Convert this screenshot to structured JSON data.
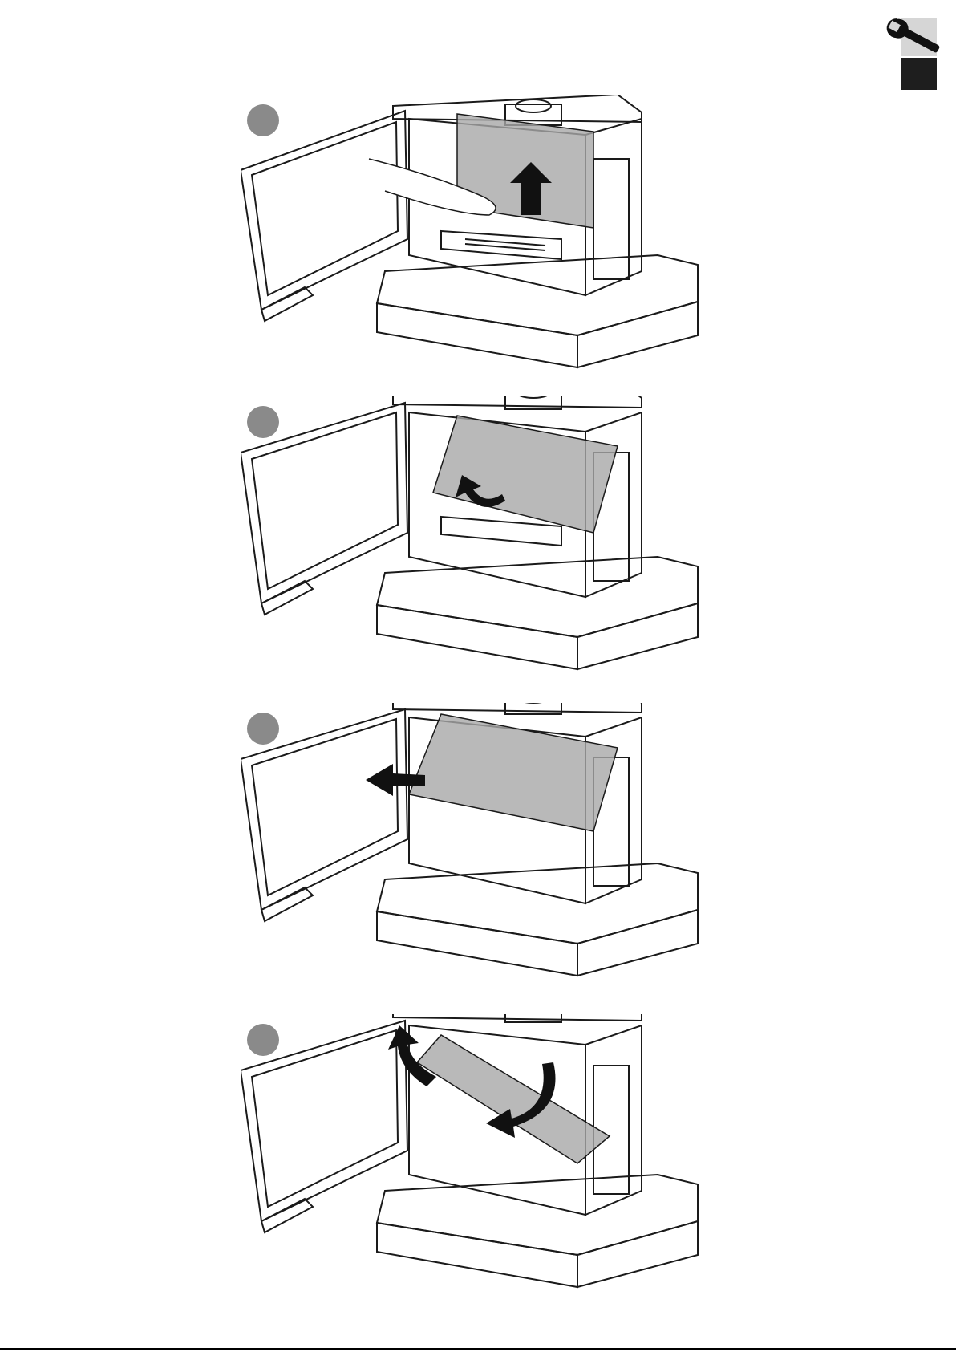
{
  "sidebar_tab": {
    "icon": "wrench-icon",
    "light_color": "#d6d6d6",
    "dark_color": "#1e1e1e"
  },
  "steps": [
    {
      "icon": "arrow-up-icon",
      "action": "lift"
    },
    {
      "icon": "arrow-curve-tilt-icon",
      "action": "tilt"
    },
    {
      "icon": "arrow-left-icon",
      "action": "pull-out"
    },
    {
      "icon": "arrow-rotate-icon",
      "action": "rotate"
    }
  ],
  "colors": {
    "line": "#1a1a1a",
    "glass_fill": "#a8a8a8",
    "bullet": "#8a8a8a",
    "arrow": "#111111"
  }
}
